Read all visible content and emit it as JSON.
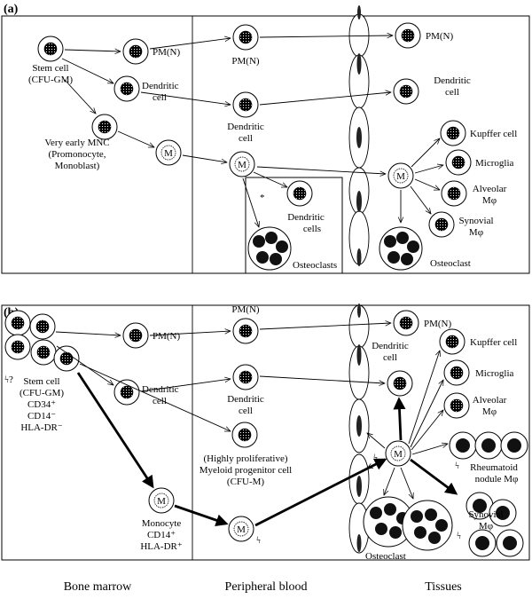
{
  "panel_a": {
    "letter": "(a)",
    "stem_cell": [
      "Stem cell",
      "(CFU-GM)"
    ],
    "very_early": [
      "Very early MNC",
      "(Promonocyte,",
      "Monoblast)"
    ],
    "pmn_bm": "PM(N)",
    "dendritic_bm": [
      "Dendritic",
      "cell"
    ],
    "pmn_pb": "PM(N)",
    "dendritic_pb": [
      "Dendritic",
      "cell"
    ],
    "asterisk": "*",
    "dendritic_cells": [
      "Dendritic",
      "cells"
    ],
    "osteoclasts": "Osteoclasts",
    "pmn_t": "PM(N)",
    "dendritic_t": [
      "Dendritic",
      "cell"
    ],
    "kupffer": "Kupffer cell",
    "microglia": "Microglia",
    "alveolar": [
      "Alveolar",
      "Mφ"
    ],
    "synovial": [
      "Synovial",
      "Mφ"
    ],
    "osteoclast": "Osteoclast"
  },
  "panel_b": {
    "letter": "(b)",
    "question": "ϟ?",
    "stem_cell": [
      "Stem cell",
      "(CFU-GM)",
      "CD34⁺",
      "CD14⁻",
      "HLA-DR⁻"
    ],
    "pmn_bm": "PM(N)",
    "dendritic_bm": [
      "Dendritic",
      "cell"
    ],
    "monocyte": [
      "Monocyte",
      "CD14⁺",
      "HLA-DR⁺"
    ],
    "pmn_pb": "PM(N)",
    "dendritic_pb": [
      "Dendritic",
      "cell"
    ],
    "progenitor": [
      "(Highly proliferative)",
      "Myeloid progenitor cell",
      "(CFU-M)"
    ],
    "bolt": "ϟ",
    "pmn_t": "PM(N)",
    "dendritic_t": [
      "Dendritic",
      "cell"
    ],
    "kupffer": "Kupffer cell",
    "microglia": "Microglia",
    "alveolar": [
      "Alveolar",
      "Mφ"
    ],
    "rheumatoid": [
      "Rheumatoid",
      "nodule Mφ"
    ],
    "synovial": [
      "Synovial",
      "Mφ"
    ],
    "osteoclast": "Osteoclast"
  },
  "footer": {
    "bone_marrow": "Bone marrow",
    "peripheral_blood": "Peripheral blood",
    "tissues": "Tissues"
  },
  "macrophage_letter": "M"
}
